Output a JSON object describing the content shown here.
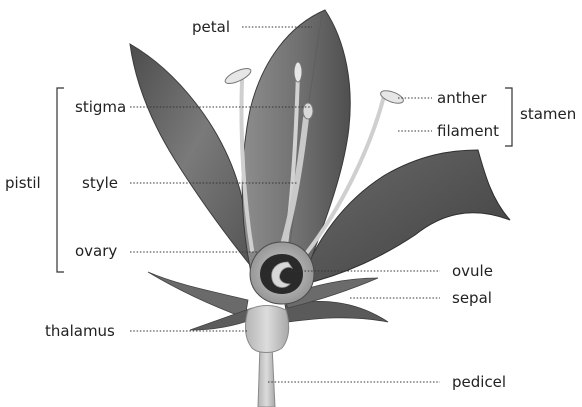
{
  "diagram": {
    "labels": {
      "petal": "petal",
      "anther": "anther",
      "filament": "filament",
      "stamen": "stamen",
      "stigma": "stigma",
      "style": "style",
      "ovary": "ovary",
      "pistil": "pistil",
      "ovule": "ovule",
      "sepal": "sepal",
      "thalamus": "thalamus",
      "pedicel": "pedicel"
    },
    "colors": {
      "petal_dark": "#5a5a5a",
      "petal_mid": "#7a7a7a",
      "petal_light": "#a9a9a9",
      "structure_light": "#c8c8c8",
      "leader_line": "#333333",
      "text": "#222222"
    }
  }
}
